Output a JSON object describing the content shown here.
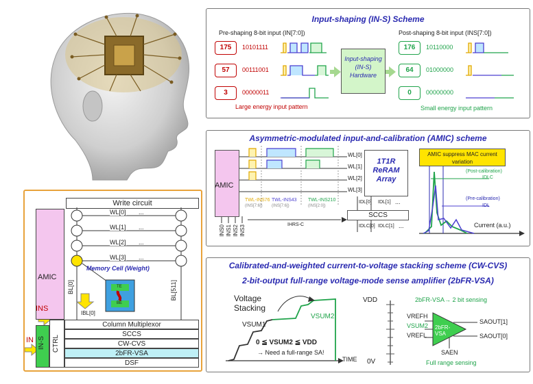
{
  "ins_panel": {
    "title": "Input-shaping (IN-S) Scheme",
    "pre_label": "Pre-shaping 8-bit input (IN[7:0])",
    "post_label": "Post-shaping 8-bit input (INS[7:0])",
    "pre_rows": [
      {
        "value": "175",
        "bits": "10101111"
      },
      {
        "value": "57",
        "bits": "00111001"
      },
      {
        "value": "3",
        "bits": "00000011"
      }
    ],
    "post_rows": [
      {
        "value": "176",
        "bits": "10110000"
      },
      {
        "value": "64",
        "bits": "01000000"
      },
      {
        "value": "0",
        "bits": "00000000"
      }
    ],
    "hardware_label": "Input-shaping (IN-S) Hardware",
    "large_caption": "Large energy input pattern",
    "small_caption": "Small energy input pattern"
  },
  "amic_panel": {
    "title": "Asymmetric-modulated input-and-calibration (AMIC) scheme",
    "amic_label": "AMIC",
    "wordlines": [
      "WL[0]",
      "WL[1]",
      "WL[2]",
      "WL[3]"
    ],
    "array_label": "1T1R ReRAM Array",
    "sccs_label": "SCCS",
    "ins_inputs": [
      "INS0",
      "INS1",
      "INS2",
      "INS3"
    ],
    "timing_labels": [
      "TWL-INS76",
      "(INS[7:6])",
      "TWL-INS43",
      "(INS[7:6])",
      "TWL-INS210",
      "(INS[2:0])"
    ],
    "ihrs_label": "IHRS-C",
    "idl_labels": [
      "IDL[0]",
      "IDL[1]",
      "..."
    ],
    "idlc_labels": [
      "IDLC[0]",
      "IDLC[1]",
      "..."
    ],
    "callout": "AMIC suppress MAC current variation",
    "post_cal": "(Post-calibration)",
    "post_cal_sym": "IDLC",
    "pre_cal": "(Pre-calibration)",
    "pre_cal_sym": "IDL",
    "x_axis": "Current (a.u.)"
  },
  "cwcvs_panel": {
    "title": "Calibrated-and-weighted current-to-voltage stacking scheme (CW-CVS)",
    "subtitle": "2-bit-output full-range voltage-mode sense amplifier (2bFR-VSA)",
    "voltage_stacking": "Voltage Stacking",
    "vsum1": "VSUM1",
    "vsum2": "VSUM2",
    "inequality": "0 ≦ VSUM2 ≦ VDD",
    "need_sa": "→ Need a full-range SA!",
    "time_label": "TIME",
    "vdd": "VDD",
    "zero_v": "0V",
    "sensing_note": "2bFR-VSA→ 2 bit sensing",
    "vrefh": "VREFH",
    "vsum2_in": "VSUM2",
    "vrefl": "VREFL",
    "amp_label": "2bFR-VSA",
    "saout1": "SAOUT[1]",
    "saout0": "SAOUT[0]",
    "saen": "SAEN",
    "full_range": "Full range sensing"
  },
  "macro_panel": {
    "write_circuit": "Write circuit",
    "wordlines": [
      "WL[0]",
      "WL[1]",
      "WL[2]",
      "WL[3]"
    ],
    "ellipsis": "...",
    "amic": "AMIC",
    "memory_cell": "Memory Cell (Weight)",
    "bl0": "BL[0]",
    "bl511": "BL[511]",
    "ibl0": "IBL[0]",
    "te": "TE",
    "be": "BE",
    "ins": "INS",
    "in": "IN",
    "in_s": "IN-S",
    "ctrl": "CTRL",
    "blocks": [
      "Column Multiplexor",
      "SCCS",
      "CW-CVS",
      "2bFR-VSA",
      "DSF"
    ]
  },
  "colors": {
    "title_blue": "#2a2ab0",
    "red": "#c00000",
    "green": "#1fa34a",
    "amic_pink": "#f4c6ee",
    "ins_green": "#3fce4f",
    "highlight_cyan": "#bff0f6",
    "callout_yellow": "#ffe400"
  }
}
